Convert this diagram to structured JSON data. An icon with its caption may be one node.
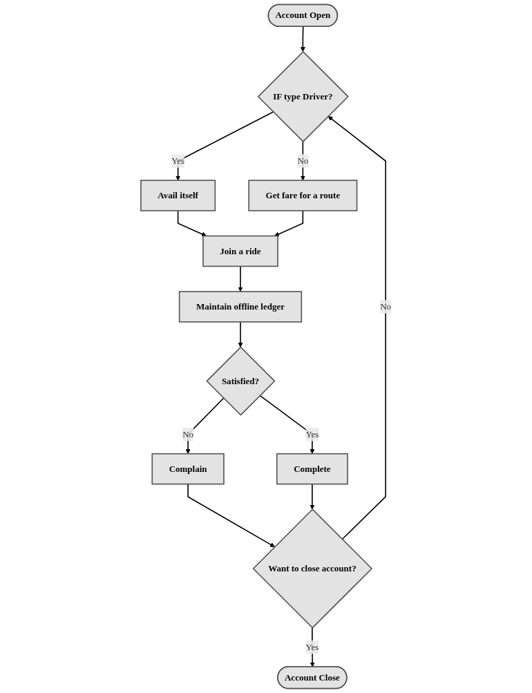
{
  "diagram": {
    "nodes": [
      {
        "text": [
          "Account Open"
        ]
      },
      {
        "text": [
          "IF type Driver?"
        ]
      },
      {
        "text": [
          "Avail itself"
        ]
      },
      {
        "text": [
          "Get fare for a route"
        ]
      },
      {
        "text": [
          "Join a ride"
        ]
      },
      {
        "text": [
          "Maintain offline ledger"
        ]
      },
      {
        "text": [
          "Satisfied?"
        ]
      },
      {
        "text": [
          "Complain"
        ]
      },
      {
        "text": [
          "Complete"
        ]
      },
      {
        "text": [
          "Want to close account?"
        ]
      },
      {
        "text": [
          "Account Close"
        ]
      }
    ],
    "edges": [
      {
        "from": 0,
        "to": 1,
        "arrow": "to"
      },
      {
        "from": 1,
        "to": 2,
        "arrow": "to",
        "label": "Yes"
      },
      {
        "from": 1,
        "to": 3,
        "arrow": "to",
        "label": "No"
      },
      {
        "from": 2,
        "to": 4,
        "arrow": "to"
      },
      {
        "from": 3,
        "to": 4,
        "arrow": "to"
      },
      {
        "from": 4,
        "to": 5,
        "arrow": "to"
      },
      {
        "from": 5,
        "to": 6,
        "arrow": "to"
      },
      {
        "from": 6,
        "to": 7,
        "arrow": "to",
        "label": "No"
      },
      {
        "from": 6,
        "to": 8,
        "arrow": "to",
        "label": "Yes"
      },
      {
        "from": 7,
        "to": 9,
        "arrow": "to"
      },
      {
        "from": 8,
        "to": 9,
        "arrow": "to"
      },
      {
        "from": 9,
        "to": 1,
        "arrow": "to",
        "label": "No"
      },
      {
        "from": 9,
        "to": 10,
        "arrow": "to",
        "label": "Yes"
      }
    ]
  }
}
